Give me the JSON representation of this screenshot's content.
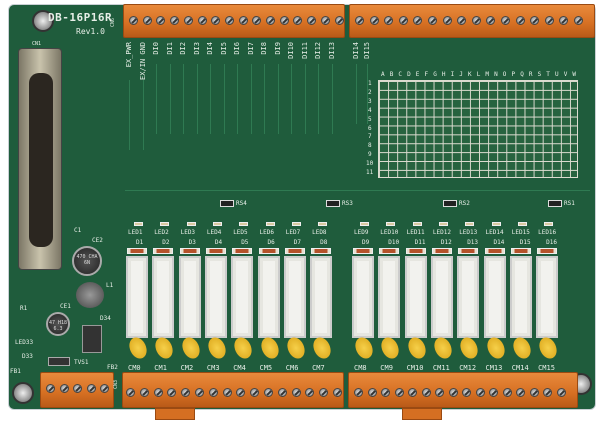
{
  "board": {
    "model": "DB-16P16R",
    "revision": "Rev1.0",
    "connector_label": "CN1",
    "top_terminal_label": "CN6",
    "bottom_terminal_label": "CN3"
  },
  "top_io_labels": [
    "EX_PWR",
    "EX/IN GND",
    "DI0",
    "DI1",
    "DI2",
    "DI3",
    "DI4",
    "DI5",
    "DI6",
    "DI7",
    "DI8",
    "DI9",
    "DI10",
    "DI11",
    "DI12",
    "DI13",
    "DI14",
    "DI15"
  ],
  "proto_grid": {
    "columns": [
      "A",
      "B",
      "C",
      "D",
      "E",
      "F",
      "G",
      "H",
      "I",
      "J",
      "K",
      "L",
      "M",
      "N",
      "O",
      "P",
      "Q",
      "R",
      "S",
      "T",
      "U",
      "V",
      "W"
    ],
    "rows": [
      "1",
      "2",
      "3",
      "4",
      "5",
      "6",
      "7",
      "8",
      "9",
      "10",
      "11"
    ]
  },
  "resistor_arrays": [
    "RS4",
    "RS3",
    "RS2",
    "RS1"
  ],
  "leds": [
    "LED1",
    "LED2",
    "LED3",
    "LED4",
    "LED5",
    "LED6",
    "LED7",
    "LED8",
    "LED9",
    "LED10",
    "LED11",
    "LED12",
    "LED13",
    "LED14",
    "LED15",
    "LED16"
  ],
  "diodes": [
    "D1",
    "D2",
    "D3",
    "D4",
    "D5",
    "D6",
    "D7",
    "D8",
    "D9",
    "D10",
    "D11",
    "D12",
    "D13",
    "D14",
    "D15",
    "D16"
  ],
  "commons": [
    "CM0",
    "CM1",
    "CM2",
    "CM3",
    "CM4",
    "CM5",
    "CM6",
    "CM7",
    "CM8",
    "CM9",
    "CM10",
    "CM11",
    "CM12",
    "CM13",
    "CM14",
    "CM15"
  ],
  "power_section": {
    "c1": "C1",
    "ce2": "CE2",
    "ce2_text": "470 CHA 6N",
    "l1": "L1",
    "ce1": "CE1",
    "ce1_text": "47 H18 6.3",
    "r1": "R1",
    "led33": "LED33",
    "d33": "D33",
    "d34": "D34",
    "tvs1": "TVS1",
    "fb1": "FB1",
    "fb2": "FB2"
  }
}
